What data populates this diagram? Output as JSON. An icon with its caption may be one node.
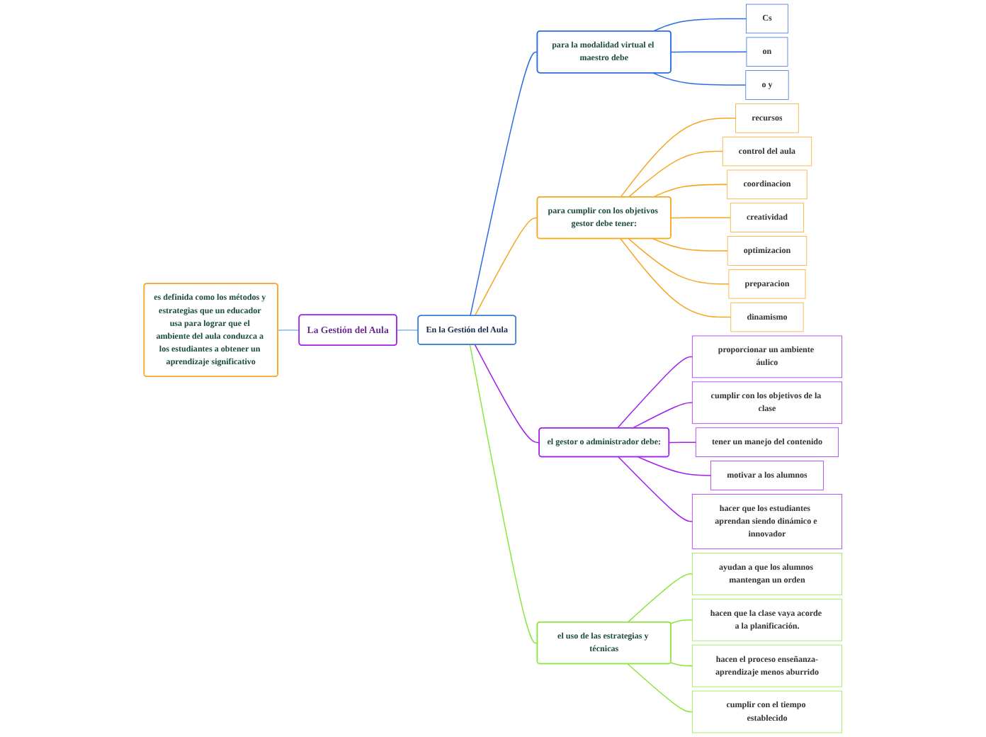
{
  "diagram": {
    "nodes": [
      {
        "text": [
          "es definida como los métodos y estrategias que un educador usa para lograr que el ambiente del aula conduzca a los estudiantes a obtener un aprendizaje significativo"
        ]
      },
      {
        "text": [
          "La  Gestión del  Aula"
        ]
      },
      {
        "text": [
          "En la Gestión del Aula"
        ]
      },
      {
        "text": [
          "para la modalidad virtual el maestro debe"
        ]
      },
      {
        "text": [
          "Cs"
        ]
      },
      {
        "text": [
          "on"
        ]
      },
      {
        "text": [
          "o y"
        ]
      },
      {
        "text": [
          "para cumplir con los objetivos gestor debe tener:"
        ]
      },
      {
        "text": [
          "recursos"
        ]
      },
      {
        "text": [
          "control del aula"
        ]
      },
      {
        "text": [
          "coordinacion"
        ]
      },
      {
        "text": [
          "creatividad"
        ]
      },
      {
        "text": [
          "optimizacion"
        ]
      },
      {
        "text": [
          "preparacion"
        ]
      },
      {
        "text": [
          "dinamismo"
        ]
      },
      {
        "text": [
          "el gestor o administrador debe:"
        ]
      },
      {
        "text": [
          "proporcionar un ambiente áulico"
        ]
      },
      {
        "text": [
          "cumplir con los objetivos de la clase"
        ]
      },
      {
        "text": [
          "tener un manejo del contenido"
        ]
      },
      {
        "text": [
          "motivar a los alumnos"
        ]
      },
      {
        "text": [
          "hacer que los estudiantes  aprendan siendo dinámico e innovador"
        ]
      },
      {
        "text": [
          "el uso de las estrategias y técnicas"
        ]
      },
      {
        "text": [
          "ayudan a que los alumnos mantengan un orden"
        ]
      },
      {
        "text": [
          "hacen que la clase vaya acorde a la planificación."
        ]
      },
      {
        "text": [
          "hacen el proceso enseñanza-aprendizaje menos aburrido"
        ]
      },
      {
        "text": [
          "cumplir con el tiempo establecido"
        ]
      }
    ],
    "edges": [
      {
        "from": 0,
        "to": 1,
        "arrow": "none",
        "color": "#8ab8e6"
      },
      {
        "from": 1,
        "to": 2,
        "arrow": "none",
        "color": "#8ab8e6"
      },
      {
        "from": 2,
        "to": 3,
        "arrow": "none",
        "color": "#2d6be4"
      },
      {
        "from": 3,
        "to": 4,
        "arrow": "none",
        "color": "#2d6be4"
      },
      {
        "from": 3,
        "to": 5,
        "arrow": "none",
        "color": "#2d6be4"
      },
      {
        "from": 3,
        "to": 6,
        "arrow": "none",
        "color": "#2d6be4"
      },
      {
        "from": 2,
        "to": 7,
        "arrow": "none",
        "color": "#f5a623"
      },
      {
        "from": 7,
        "to": 8,
        "arrow": "none",
        "color": "#f5a623"
      },
      {
        "from": 7,
        "to": 9,
        "arrow": "none",
        "color": "#f5a623"
      },
      {
        "from": 7,
        "to": 10,
        "arrow": "none",
        "color": "#f5a623"
      },
      {
        "from": 7,
        "to": 11,
        "arrow": "none",
        "color": "#f5a623"
      },
      {
        "from": 7,
        "to": 12,
        "arrow": "none",
        "color": "#f5a623"
      },
      {
        "from": 7,
        "to": 13,
        "arrow": "none",
        "color": "#f5a623"
      },
      {
        "from": 7,
        "to": 14,
        "arrow": "none",
        "color": "#f5a623"
      },
      {
        "from": 2,
        "to": 15,
        "arrow": "none",
        "color": "#a020f0"
      },
      {
        "from": 15,
        "to": 16,
        "arrow": "none",
        "color": "#a020f0"
      },
      {
        "from": 15,
        "to": 17,
        "arrow": "none",
        "color": "#a020f0"
      },
      {
        "from": 15,
        "to": 18,
        "arrow": "none",
        "color": "#a020f0"
      },
      {
        "from": 15,
        "to": 19,
        "arrow": "none",
        "color": "#a020f0"
      },
      {
        "from": 15,
        "to": 20,
        "arrow": "none",
        "color": "#a020f0"
      },
      {
        "from": 2,
        "to": 21,
        "arrow": "none",
        "color": "#8ee53f"
      },
      {
        "from": 21,
        "to": 22,
        "arrow": "none",
        "color": "#8ee53f"
      },
      {
        "from": 21,
        "to": 23,
        "arrow": "none",
        "color": "#8ee53f"
      },
      {
        "from": 21,
        "to": 24,
        "arrow": "none",
        "color": "#8ee53f"
      },
      {
        "from": 21,
        "to": 25,
        "arrow": "none",
        "color": "#8ee53f"
      }
    ]
  }
}
